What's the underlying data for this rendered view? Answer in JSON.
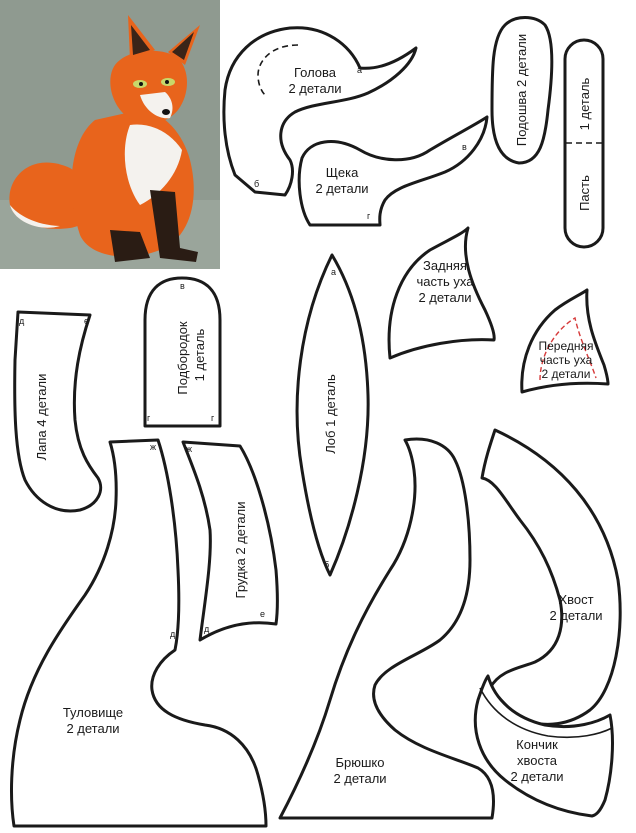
{
  "pieces": {
    "head": {
      "name": "Голова",
      "count": "2 детали",
      "mark_a": "а",
      "mark_b": "б"
    },
    "cheek": {
      "name": "Щека",
      "count": "2 детали",
      "mark_v": "в",
      "mark_g": "г"
    },
    "sole": {
      "text": "Подошва 2 детали"
    },
    "mouth": {
      "name": "Пасть",
      "count": "1 деталь"
    },
    "back_ear": {
      "line1": "Задняя",
      "line2": "часть уха",
      "line3": "2 детали"
    },
    "front_ear": {
      "line1": "Передняя",
      "line2": "часть уха",
      "line3": "2 детали"
    },
    "paw": {
      "text": "Лапа 4 детали",
      "mark_d": "д",
      "mark_e": "е"
    },
    "chin": {
      "name": "Подбородок",
      "count": "1 деталь",
      "mark_v": "в",
      "mark_g1": "г",
      "mark_g2": "г"
    },
    "forehead": {
      "text": "Лоб 1 деталь",
      "mark_a": "а",
      "mark_b": "б"
    },
    "chest": {
      "text": "Грудка 2 детали",
      "mark_zh": "ж",
      "mark_d": "д",
      "mark_e": "е"
    },
    "body": {
      "name": "Туловище",
      "count": "2 детали",
      "mark_zh": "ж",
      "mark_d": "д"
    },
    "belly": {
      "name": "Брюшко",
      "count": "2 детали"
    },
    "tail": {
      "name": "Хвост",
      "count": "2 детали"
    },
    "tail_tip": {
      "line1": "Кончик",
      "line2": "хвоста",
      "line3": "2 детали"
    }
  },
  "colors": {
    "outline": "#1a1a1a",
    "fox_fur": "#e8641c",
    "fox_white": "#f4f2ee",
    "background_photo": "#8f9a90",
    "dash_red": "#d63a3a"
  }
}
